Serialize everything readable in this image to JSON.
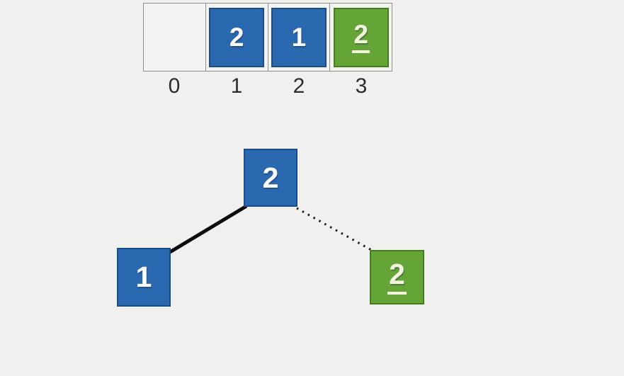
{
  "colors": {
    "background": "#f0f0ee",
    "blue_fill": "#2a69b0",
    "blue_border": "#1a4c8c",
    "green_fill": "#65a538",
    "green_border": "#447d1e",
    "digit_white": "#fbfbfa",
    "digit_cream": "#f3f2dc",
    "edge_color": "#111111",
    "array_border": "#8f8f8f",
    "index_text": "#2c2c2c"
  },
  "array": {
    "cells": [
      {
        "index": "0",
        "value": "",
        "style": "empty",
        "underlined": false
      },
      {
        "index": "1",
        "value": "2",
        "style": "blue",
        "underlined": false
      },
      {
        "index": "2",
        "value": "1",
        "style": "blue",
        "underlined": false
      },
      {
        "index": "3",
        "value": "2",
        "style": "green",
        "underlined": true
      }
    ]
  },
  "tree": {
    "root": {
      "value": "2",
      "style": "blue",
      "underlined": false
    },
    "left_child": {
      "value": "1",
      "style": "blue",
      "underlined": false
    },
    "right_child": {
      "value": "2",
      "style": "green",
      "underlined": true
    },
    "edges": [
      {
        "from": "root",
        "to": "left_child",
        "line_style": "solid"
      },
      {
        "from": "root",
        "to": "right_child",
        "line_style": "dotted"
      }
    ]
  }
}
